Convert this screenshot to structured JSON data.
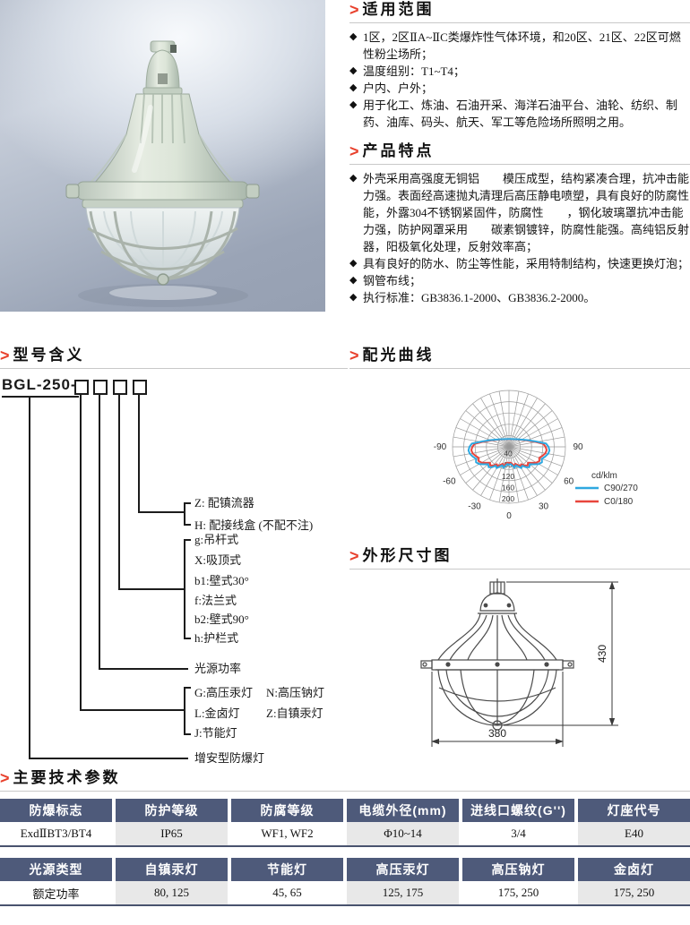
{
  "ui": {
    "bullet_char": "◆",
    "heading_arrow": ">"
  },
  "colors": {
    "accent_red": "#e8402c",
    "table_header_bg": "#4e5a7a",
    "table_alt_cell": "#e8e8e8",
    "curve_c0": "#e8453c",
    "curve_c90": "#2ea8e0"
  },
  "sections": {
    "application": {
      "title": "适用范围",
      "bullets": [
        "1区，2区ⅡA~ⅡC类爆炸性气体环境，和20区、21区、22区可燃性粉尘场所；",
        "温度组别：T1~T4；",
        "户内、户外；",
        "用于化工、炼油、石油开采、海洋石油平台、油轮、纺织、制药、油库、码头、航天、军工等危险场所照明之用。"
      ]
    },
    "features": {
      "title": "产品特点",
      "bullets": [
        "外壳采用高强度无铜铝　　模压成型，结构紧凑合理，抗冲击能力强。表面经高速抛丸清理后高压静电喷塑，具有良好的防腐性能，外露304不锈钢紧固件，防腐性　　，钢化玻璃罩抗冲击能力强，防护网罩采用　　碳素钢镀锌，防腐性能强。高纯铝反射器，阳极氧化处理，反射效率高；",
        "具有良好的防水、防尘等性能，采用特制结构，快速更换灯泡；",
        "钢管布线；",
        "执行标准：GB3836.1-2000、GB3836.2-2000。"
      ]
    },
    "model": {
      "title": "型号含义",
      "prefix": "BGL-250-",
      "suffix_options": [
        "Z: 配镇流器",
        "H: 配接线盒 (不配不注)"
      ],
      "mount_options": [
        "g:吊杆式",
        "X:吸顶式",
        "b1:壁式30°",
        "f:法兰式",
        "b2:壁式90°",
        "h:护栏式"
      ],
      "power_label": "光源功率",
      "source_options": [
        [
          "G:高压汞灯",
          "N:高压钠灯"
        ],
        [
          "L:金卤灯",
          "Z:自镇汞灯"
        ],
        [
          "J:节能灯",
          ""
        ]
      ],
      "base_label": "增安型防爆灯"
    },
    "photometric": {
      "title": "配光曲线"
    },
    "dimensions": {
      "title": "外形尺寸图",
      "height_label": "430",
      "width_label": "380"
    },
    "specs": {
      "title": "主要技术参数",
      "table1": {
        "headers": [
          "防爆标志",
          "防护等级",
          "防腐等级",
          "电缆外径(mm)",
          "进线口螺纹(G'')",
          "灯座代号"
        ],
        "values": [
          "ExdⅡBT3/BT4",
          "IP65",
          "WF1, WF2",
          "Φ10~14",
          "3/4",
          "E40"
        ]
      },
      "table2": {
        "headers": [
          "光源类型",
          "自镇汞灯",
          "节能灯",
          "高压汞灯",
          "高压钠灯",
          "金卤灯"
        ],
        "values": [
          "额定功率",
          "80, 125",
          "45, 65",
          "125, 175",
          "175, 250",
          "175, 250"
        ]
      }
    }
  },
  "chart_data": {
    "type": "line",
    "subtype": "polar-photometric",
    "title": "配光曲线",
    "unit": "cd/klm",
    "radial_ticks": [
      40,
      80,
      120,
      160,
      200
    ],
    "radial_max": 200,
    "angle_labels": [
      -90,
      -60,
      -30,
      0,
      30,
      60,
      90
    ],
    "spoke_step_deg": 10,
    "legend_position": "bottom-right",
    "series": [
      {
        "name": "C0/180",
        "color": "#e8453c",
        "points": [
          [
            -95,
            122
          ],
          [
            -90,
            130
          ],
          [
            -85,
            134
          ],
          [
            -80,
            131
          ],
          [
            -75,
            123
          ],
          [
            -70,
            114
          ],
          [
            -65,
            119
          ],
          [
            -60,
            112
          ],
          [
            -55,
            99
          ],
          [
            -50,
            88
          ],
          [
            -45,
            94
          ],
          [
            -40,
            86
          ],
          [
            -35,
            75
          ],
          [
            -30,
            80
          ],
          [
            -25,
            70
          ],
          [
            -20,
            64
          ],
          [
            -15,
            70
          ],
          [
            -10,
            61
          ],
          [
            -5,
            56
          ],
          [
            0,
            58
          ],
          [
            5,
            56
          ],
          [
            10,
            61
          ],
          [
            15,
            70
          ],
          [
            20,
            64
          ],
          [
            25,
            70
          ],
          [
            30,
            80
          ],
          [
            35,
            75
          ],
          [
            40,
            86
          ],
          [
            45,
            94
          ],
          [
            50,
            88
          ],
          [
            55,
            99
          ],
          [
            60,
            112
          ],
          [
            65,
            119
          ],
          [
            70,
            114
          ],
          [
            75,
            123
          ],
          [
            80,
            131
          ],
          [
            85,
            134
          ],
          [
            90,
            130
          ],
          [
            95,
            122
          ]
        ]
      },
      {
        "name": "C90/270",
        "color": "#2ea8e0",
        "points": [
          [
            -95,
            132
          ],
          [
            -90,
            140
          ],
          [
            -85,
            144
          ],
          [
            -80,
            141
          ],
          [
            -75,
            133
          ],
          [
            -70,
            124
          ],
          [
            -65,
            129
          ],
          [
            -60,
            122
          ],
          [
            -55,
            108
          ],
          [
            -50,
            96
          ],
          [
            -45,
            102
          ],
          [
            -40,
            94
          ],
          [
            -35,
            82
          ],
          [
            -30,
            87
          ],
          [
            -25,
            77
          ],
          [
            -20,
            70
          ],
          [
            -15,
            77
          ],
          [
            -10,
            67
          ],
          [
            -5,
            61
          ],
          [
            0,
            64
          ],
          [
            5,
            61
          ],
          [
            10,
            67
          ],
          [
            15,
            77
          ],
          [
            20,
            70
          ],
          [
            25,
            77
          ],
          [
            30,
            87
          ],
          [
            35,
            82
          ],
          [
            40,
            94
          ],
          [
            45,
            102
          ],
          [
            50,
            96
          ],
          [
            55,
            108
          ],
          [
            60,
            122
          ],
          [
            65,
            129
          ],
          [
            70,
            124
          ],
          [
            75,
            133
          ],
          [
            80,
            141
          ],
          [
            85,
            144
          ],
          [
            90,
            140
          ],
          [
            95,
            132
          ]
        ]
      }
    ]
  }
}
